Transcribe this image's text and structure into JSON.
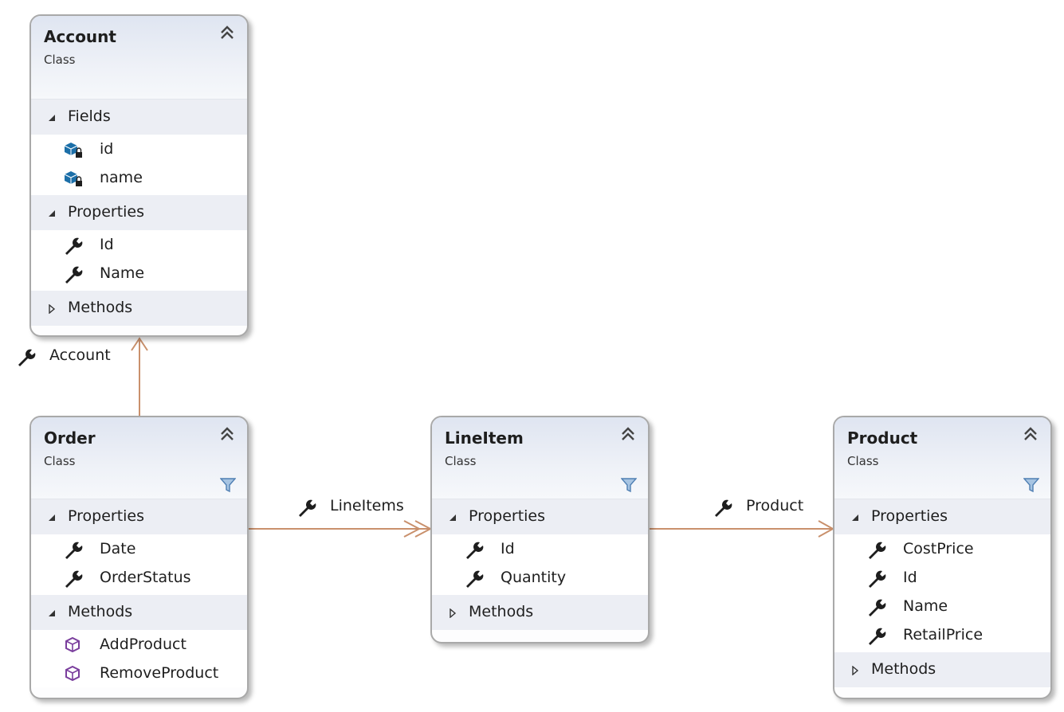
{
  "classes": {
    "account": {
      "name": "Account",
      "kind": "Class",
      "fields_label": "Fields",
      "fields": [
        "id",
        "name"
      ],
      "properties_label": "Properties",
      "properties": [
        "Id",
        "Name"
      ],
      "methods_label": "Methods"
    },
    "order": {
      "name": "Order",
      "kind": "Class",
      "properties_label": "Properties",
      "properties": [
        "Date",
        "OrderStatus"
      ],
      "methods_label": "Methods",
      "methods": [
        "AddProduct",
        "RemoveProduct"
      ]
    },
    "lineitem": {
      "name": "LineItem",
      "kind": "Class",
      "properties_label": "Properties",
      "properties": [
        "Id",
        "Quantity"
      ],
      "methods_label": "Methods"
    },
    "product": {
      "name": "Product",
      "kind": "Class",
      "properties_label": "Properties",
      "properties": [
        "CostPrice",
        "Id",
        "Name",
        "RetailPrice"
      ],
      "methods_label": "Methods"
    }
  },
  "associations": {
    "order_account": "Account",
    "order_lineitems": "LineItems",
    "lineitem_product": "Product"
  },
  "colors": {
    "connector": "#c9906c",
    "field_icon": "#1c6fa8",
    "method_icon": "#7a3e9d",
    "wrench_icon": "#1e1e1e"
  }
}
